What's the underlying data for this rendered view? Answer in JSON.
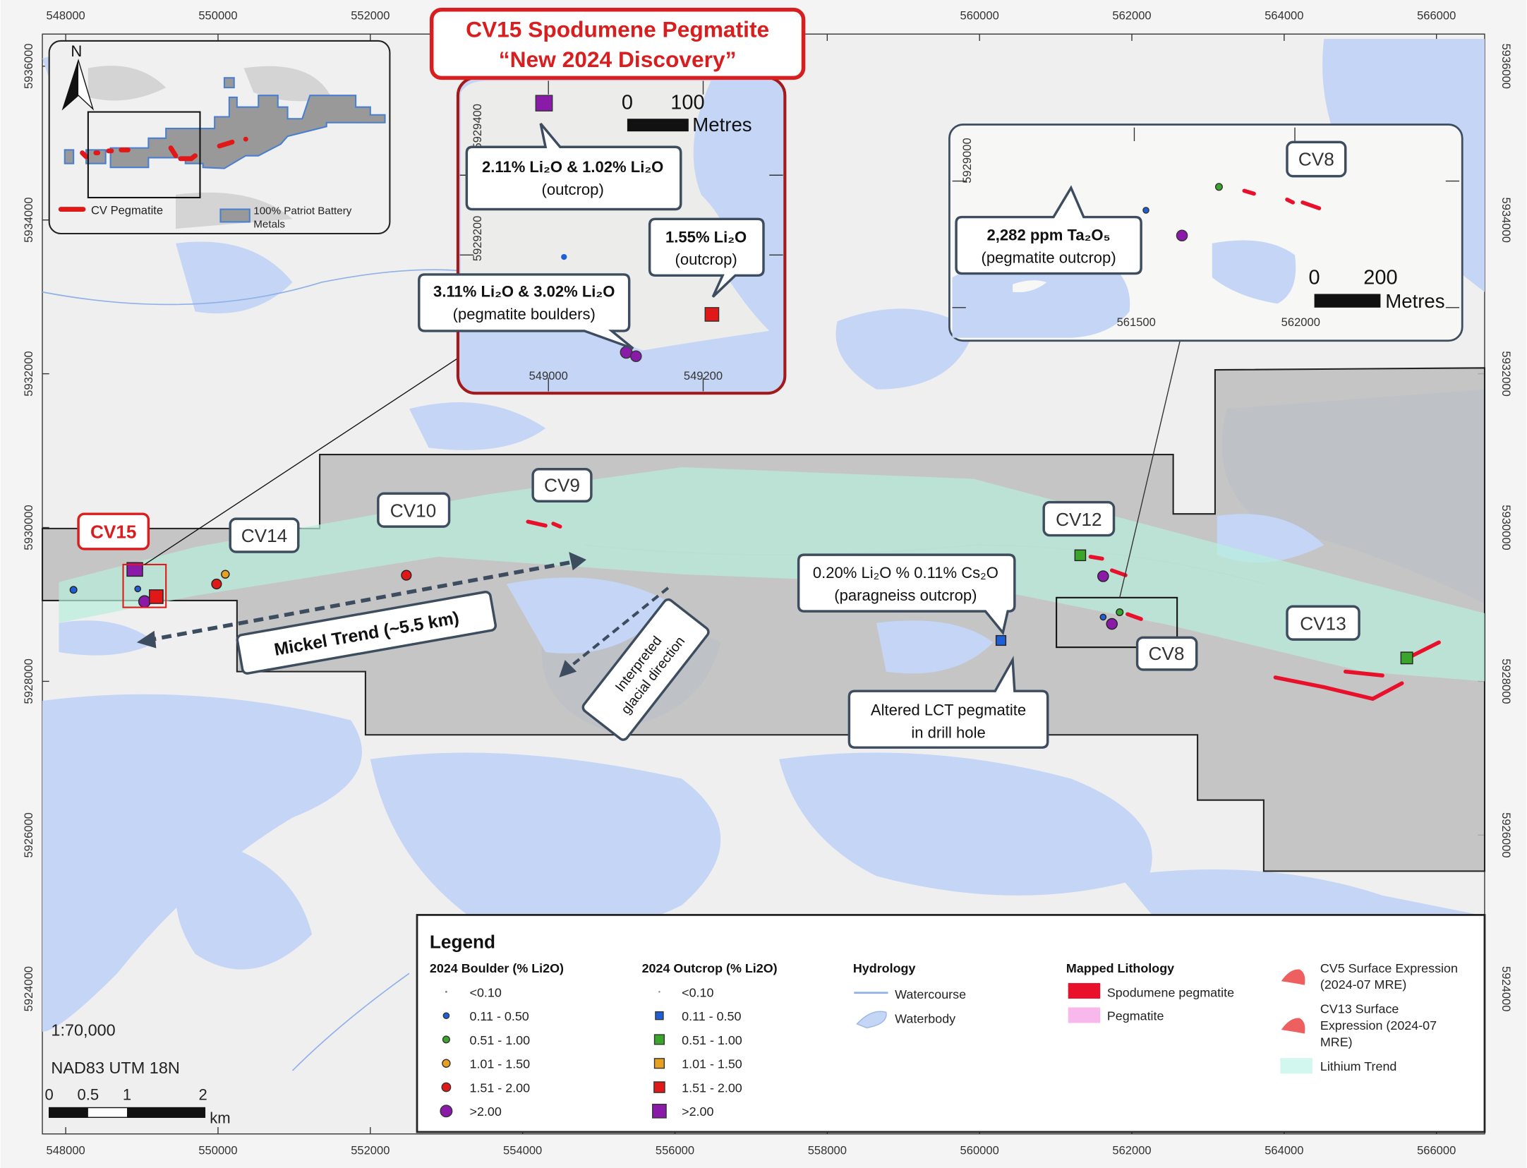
{
  "title_callout": {
    "line1": "CV15 Spodumene Pegmatite",
    "line2": "“New 2024 Discovery”"
  },
  "axes": {
    "x_ticks": [
      "548000",
      "550000",
      "552000",
      "554000",
      "556000",
      "558000",
      "560000",
      "562000",
      "564000",
      "566000"
    ],
    "y_ticks": [
      "5936000",
      "5934000",
      "5932000",
      "5930000",
      "5928000",
      "5926000",
      "5924000"
    ]
  },
  "deposit_labels": {
    "cv15": "CV15",
    "cv14": "CV14",
    "cv10": "CV10",
    "cv9": "CV9",
    "cv12": "CV12",
    "cv8": "CV8",
    "cv13": "CV13"
  },
  "annotations": {
    "mickel_trend": "Mickel Trend (~5.5 km)",
    "glacial_line1": "Interpreted",
    "glacial_line2": "glacial direction",
    "paragneiss_line1": "0.20% Li₂O % 0.11% Cs₂O",
    "paragneiss_line2": "(paragneiss outcrop)",
    "drill_line1": "Altered LCT pegmatite",
    "drill_line2": "in drill hole"
  },
  "cv15_inset": {
    "scale_0": "0",
    "scale_100": "100",
    "scale_unit": "Metres",
    "y_tick_1": "5929400",
    "y_tick_2": "5929200",
    "x_tick_1": "549000",
    "x_tick_2": "549200",
    "callout_a_line1": "2.11% Li₂O & 1.02% Li₂O",
    "callout_a_line2": "(outcrop)",
    "callout_b_line1": "1.55% Li₂O",
    "callout_b_line2": "(outcrop)",
    "callout_c_line1": "3.11% Li₂O & 3.02% Li₂O",
    "callout_c_line2": "(pegmatite boulders)"
  },
  "cv8_inset": {
    "label": "CV8",
    "y_tick": "5929000",
    "x_tick_1": "561500",
    "x_tick_2": "562000",
    "scale_0": "0",
    "scale_200": "200",
    "scale_unit": "Metres",
    "callout_line1": "2,282 ppm Ta₂O₅",
    "callout_line2": "(pegmatite outcrop)"
  },
  "locator_inset": {
    "north": "N",
    "legend_pegmatite": "CV Pegmatite",
    "legend_claims_line1": "100% Patriot Battery",
    "legend_claims_line2": "Metals"
  },
  "map_info": {
    "scale": "1:70,000",
    "projection": "NAD83 UTM 18N",
    "bar_labels": [
      "0",
      "0.5",
      "1",
      "2"
    ],
    "bar_unit": "km"
  },
  "legend": {
    "title": "Legend",
    "boulder_title": "2024 Boulder (% Li2O)",
    "outcrop_title": "2024 Outcrop (% Li2O)",
    "classes": [
      {
        "label": "<0.10",
        "color": "#777777"
      },
      {
        "label": "0.11 - 0.50",
        "color": "#1f5fd6"
      },
      {
        "label": "0.51 - 1.00",
        "color": "#3aa52a"
      },
      {
        "label": "1.01 - 1.50",
        "color": "#e8a020"
      },
      {
        "label": "1.51 - 2.00",
        "color": "#e01818"
      },
      {
        "label": ">2.00",
        "color": "#8a1aa8"
      }
    ],
    "hydrology_title": "Hydrology",
    "watercourse": "Watercourse",
    "waterbody": "Waterbody",
    "lithology_title": "Mapped Lithology",
    "spodumene": "Spodumene pegmatite",
    "pegmatite": "Pegmatite",
    "cv5": "CV5 Surface Expression",
    "cv5_line2": "(2024-07 MRE)",
    "cv13_line1": "CV13 Surface",
    "cv13_line2": "Expression (2024-07",
    "cv13_line3": "MRE)",
    "lithium_trend": "Lithium Trend"
  },
  "colors": {
    "water": "#c4d5f5",
    "callout_red": "#d81e1e",
    "trend": "#b8eedd",
    "spodumene": "#e8102a"
  }
}
